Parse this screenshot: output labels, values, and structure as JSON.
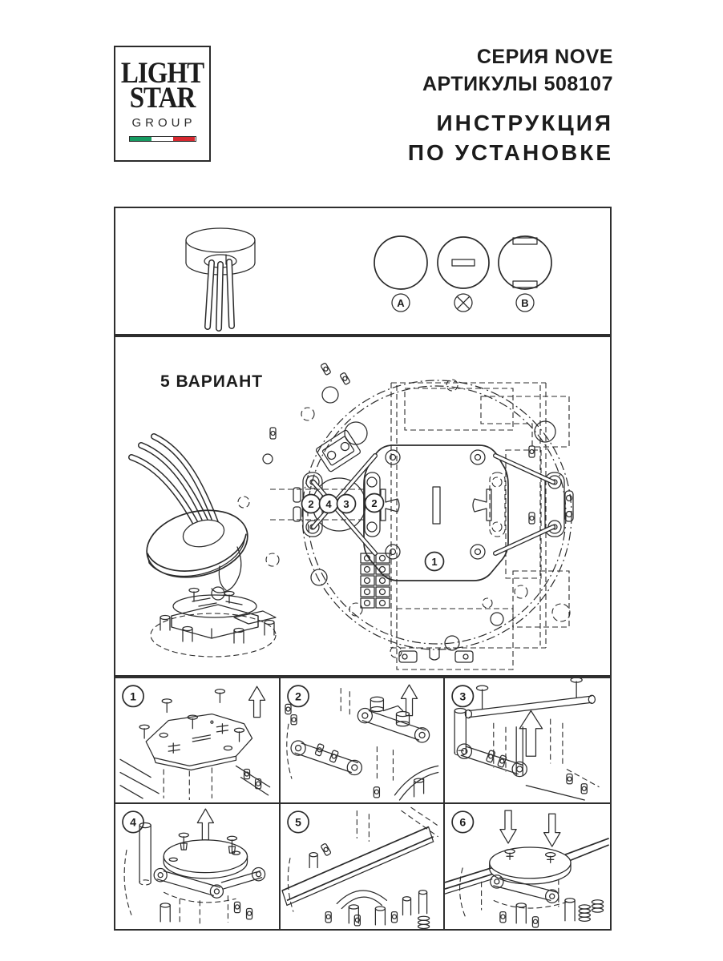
{
  "logo": {
    "line1": "LIGHT",
    "line2": "STAR",
    "line3": "GROUP"
  },
  "header": {
    "series": "СЕРИЯ NOVE",
    "articles": "АРТИКУЛЫ 508107",
    "instr1": "ИНСТРУКЦИЯ",
    "instr2": "ПО УСТАНОВКЕ"
  },
  "legend": {
    "label_a": "A",
    "label_b": "B"
  },
  "variant_label": "5 ВАРИАНТ",
  "diagram_callouts": {
    "n1": "1",
    "n2_left": "2",
    "n2_right": "2",
    "n3": "3",
    "n4": "4"
  },
  "step_numbers": {
    "s1": "1",
    "s2": "2",
    "s3": "3",
    "s4": "4",
    "s5": "5",
    "s6": "6"
  },
  "colors": {
    "ink": "#2b2b2b",
    "flag_green": "#169b62",
    "flag_white": "#ffffff",
    "flag_red": "#d7282f"
  }
}
